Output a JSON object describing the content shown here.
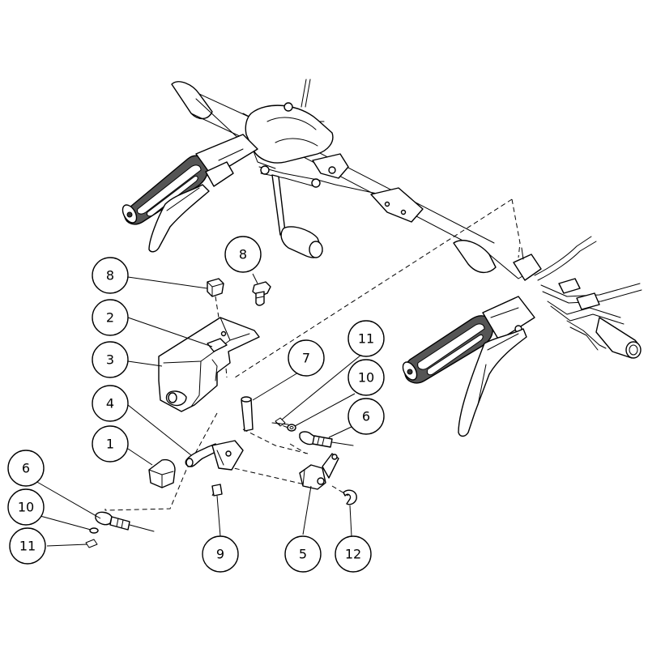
{
  "figure": {
    "callouts": [
      {
        "id": "callout-8-left",
        "label": "8"
      },
      {
        "id": "callout-8-top",
        "label": "8"
      },
      {
        "id": "callout-2",
        "label": "2"
      },
      {
        "id": "callout-3",
        "label": "3"
      },
      {
        "id": "callout-4",
        "label": "4"
      },
      {
        "id": "callout-1",
        "label": "1"
      },
      {
        "id": "callout-6-left",
        "label": "6"
      },
      {
        "id": "callout-10-left",
        "label": "10"
      },
      {
        "id": "callout-11-left",
        "label": "11"
      },
      {
        "id": "callout-9",
        "label": "9"
      },
      {
        "id": "callout-5",
        "label": "5"
      },
      {
        "id": "callout-12",
        "label": "12"
      },
      {
        "id": "callout-7",
        "label": "7"
      },
      {
        "id": "callout-11-right",
        "label": "11"
      },
      {
        "id": "callout-10-right",
        "label": "10"
      },
      {
        "id": "callout-6-right",
        "label": "6"
      }
    ]
  }
}
